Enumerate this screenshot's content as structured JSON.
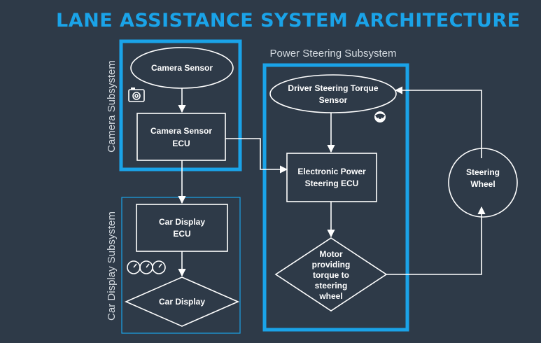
{
  "title": "LANE ASSISTANCE SYSTEM ARCHITECTURE",
  "subsystems": {
    "camera": "Camera Subsystem",
    "display": "Car Display Subsystem",
    "steering": "Power Steering Subsystem"
  },
  "nodes": {
    "camera_sensor": [
      "Camera Sensor"
    ],
    "camera_ecu": [
      "Camera Sensor",
      "ECU"
    ],
    "display_ecu": [
      "Car Display",
      "ECU"
    ],
    "car_display": [
      "Car Display"
    ],
    "torque_sensor": [
      "Driver Steering Torque",
      "Sensor"
    ],
    "eps_ecu": [
      "Electronic Power",
      "Steering ECU"
    ],
    "motor": [
      "Motor",
      "providing",
      "torque to",
      "steering",
      "wheel"
    ],
    "steering_wheel": [
      "Steering",
      "Wheel"
    ]
  },
  "icons": {
    "camera": "camera-icon",
    "gauges": "gauges-icon",
    "steering": "steering-wheel-icon"
  },
  "colors": {
    "background": "#2e3a48",
    "accent": "#1aa3e8",
    "line": "#ffffff"
  }
}
